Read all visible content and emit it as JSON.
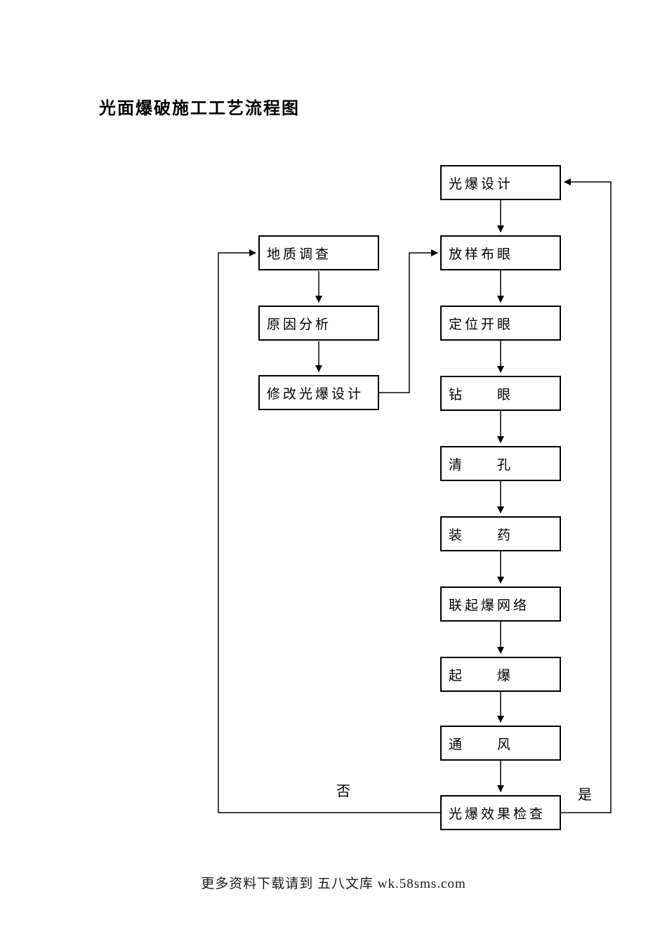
{
  "page": {
    "title": "光面爆破施工工艺流程图",
    "footer": "更多资料下载请到 五八文库 wk.58sms.com"
  },
  "flowchart": {
    "main_steps": [
      {
        "label": "光爆设计"
      },
      {
        "label": "放样布眼"
      },
      {
        "label": "定位开眼"
      },
      {
        "label": "钻　　眼"
      },
      {
        "label": "清　　孔"
      },
      {
        "label": "装　　药"
      },
      {
        "label": "联起爆网络"
      },
      {
        "label": "起　　爆"
      },
      {
        "label": "通　　风"
      },
      {
        "label": "光爆效果检查"
      }
    ],
    "feedback_steps": [
      {
        "label": "地质调查"
      },
      {
        "label": "原因分析"
      },
      {
        "label": "修改光爆设计"
      }
    ],
    "decision_labels": {
      "no": "否",
      "yes": "是"
    },
    "colors": {
      "line": "#000000",
      "box_border": "#000000",
      "text": "#000000",
      "background": "#ffffff"
    }
  }
}
